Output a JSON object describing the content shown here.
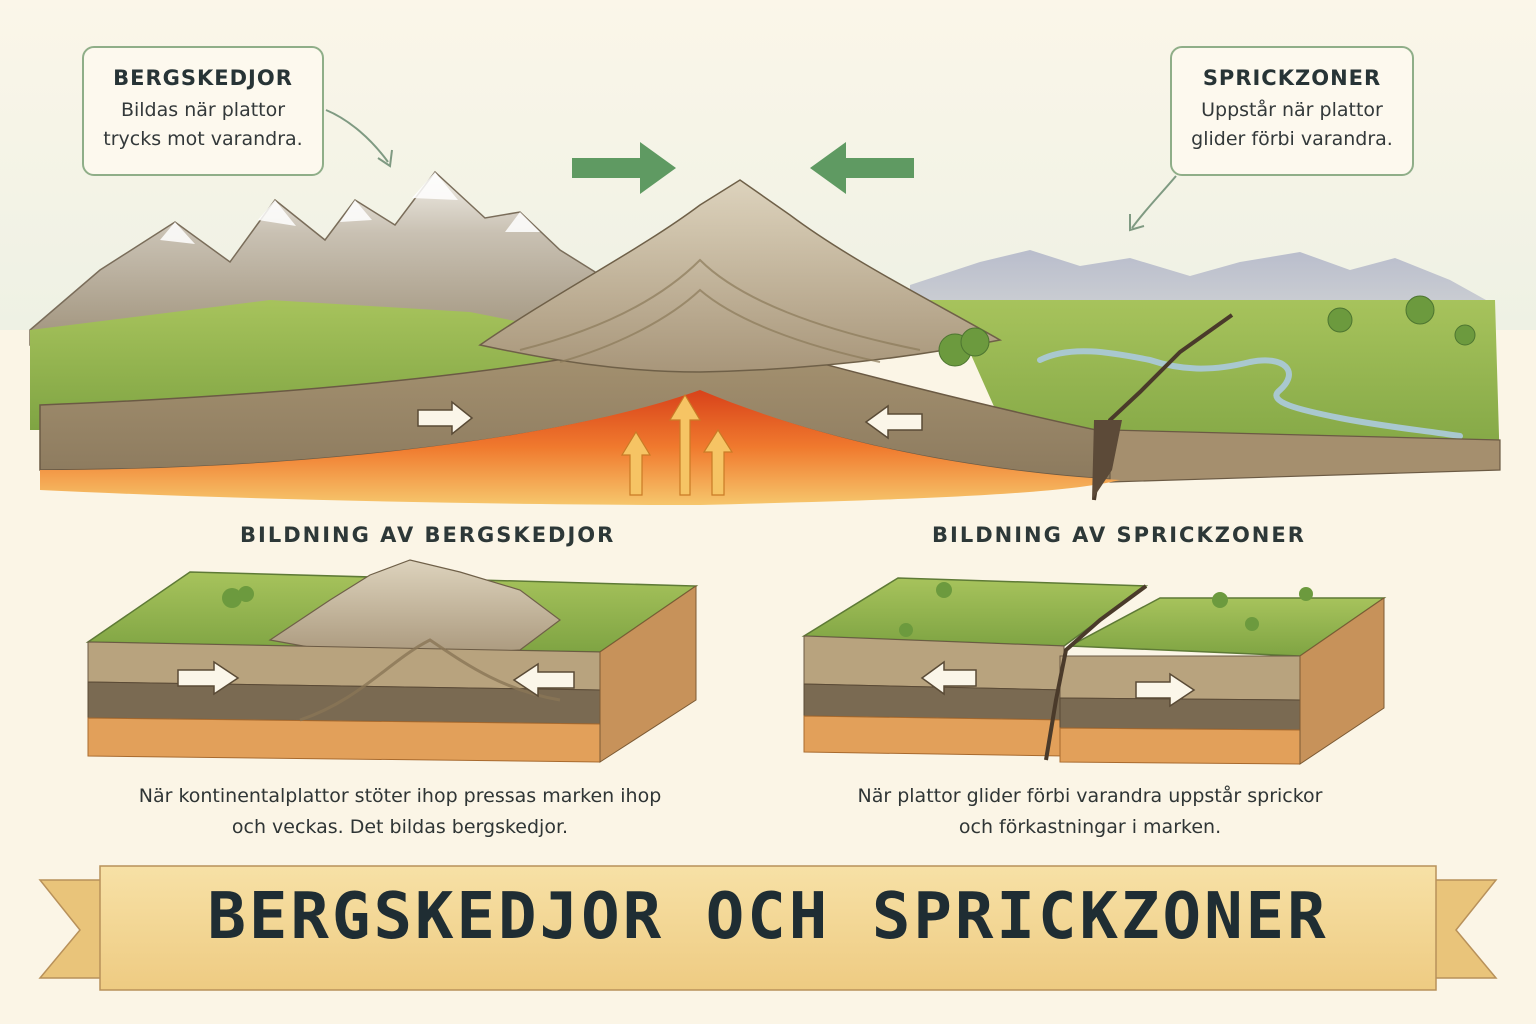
{
  "callouts": {
    "mountains": {
      "title": "BERGSKEDJOR",
      "line1": "Bildas när plattor",
      "line2": "trycks mot varandra."
    },
    "rifts": {
      "title": "SPRICKZONER",
      "line1": "Uppstår när plattor",
      "line2": "glider förbi varandra."
    }
  },
  "sections": {
    "left": {
      "heading": "BILDNING AV BERGSKEDJOR",
      "caption_line1": "När kontinentalplattor stöter ihop pressas marken ihop",
      "caption_line2": "och veckas. Det bildas bergskedjor."
    },
    "right": {
      "heading": "BILDNING AV SPRICKZONER",
      "caption_line1": "När plattor glider förbi varandra uppstår sprickor",
      "caption_line2": "och förkastningar i marken."
    }
  },
  "banner": {
    "title": "BERGSKEDJOR OCH SPRICKZONER"
  },
  "colors": {
    "background": "#fbf5e6",
    "accent_green": "#5f9a62",
    "callout_border": "#8fae88",
    "magma": "#e8632a",
    "grass": "#8fb34a",
    "rock": "#b7a58a",
    "banner": "#f3d796",
    "text_dark": "#1f2d33"
  },
  "icons": [
    "arrow-right-icon",
    "arrow-left-icon",
    "arrow-up-icon",
    "tree-icon",
    "river-icon"
  ]
}
